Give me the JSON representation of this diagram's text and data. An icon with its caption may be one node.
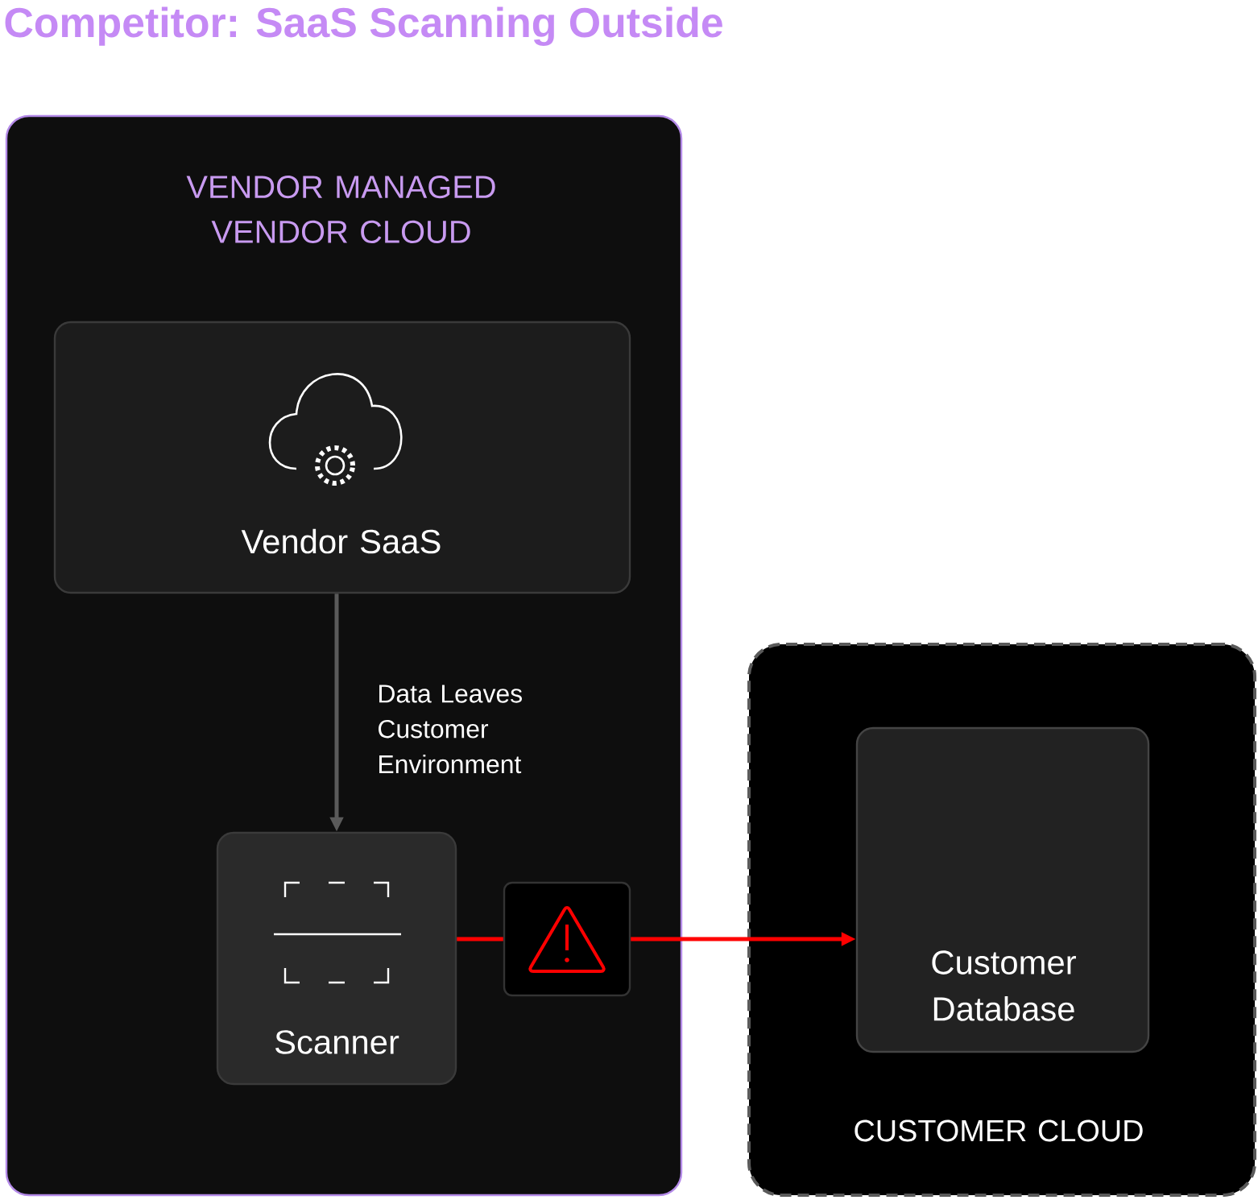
{
  "diagram": {
    "title": "Competitor: SaaS Scanning Outside",
    "nodes": [
      {
        "text": [
          "VENDOR MANAGED VENDOR CLOUD"
        ]
      },
      {
        "text": [
          "Vendor SaaS"
        ],
        "in": 0
      },
      {
        "text": [
          "Scanner"
        ],
        "in": 0
      },
      {
        "text": [],
        "shape": "box",
        "in": 0
      },
      {
        "text": [
          "CUSTOMER CLOUD"
        ]
      },
      {
        "text": [
          "Customer Database"
        ],
        "in": 4
      }
    ],
    "edges": [
      {
        "from": 1,
        "to": 2,
        "arrow": "to",
        "label": "Data Leaves Customer Environment",
        "color": "#5a5a5a"
      },
      {
        "from": 2,
        "to": 3,
        "arrow": "none",
        "color": "#ff0000"
      },
      {
        "from": 3,
        "to": 5,
        "arrow": "to",
        "color": "#ff0000"
      }
    ]
  }
}
